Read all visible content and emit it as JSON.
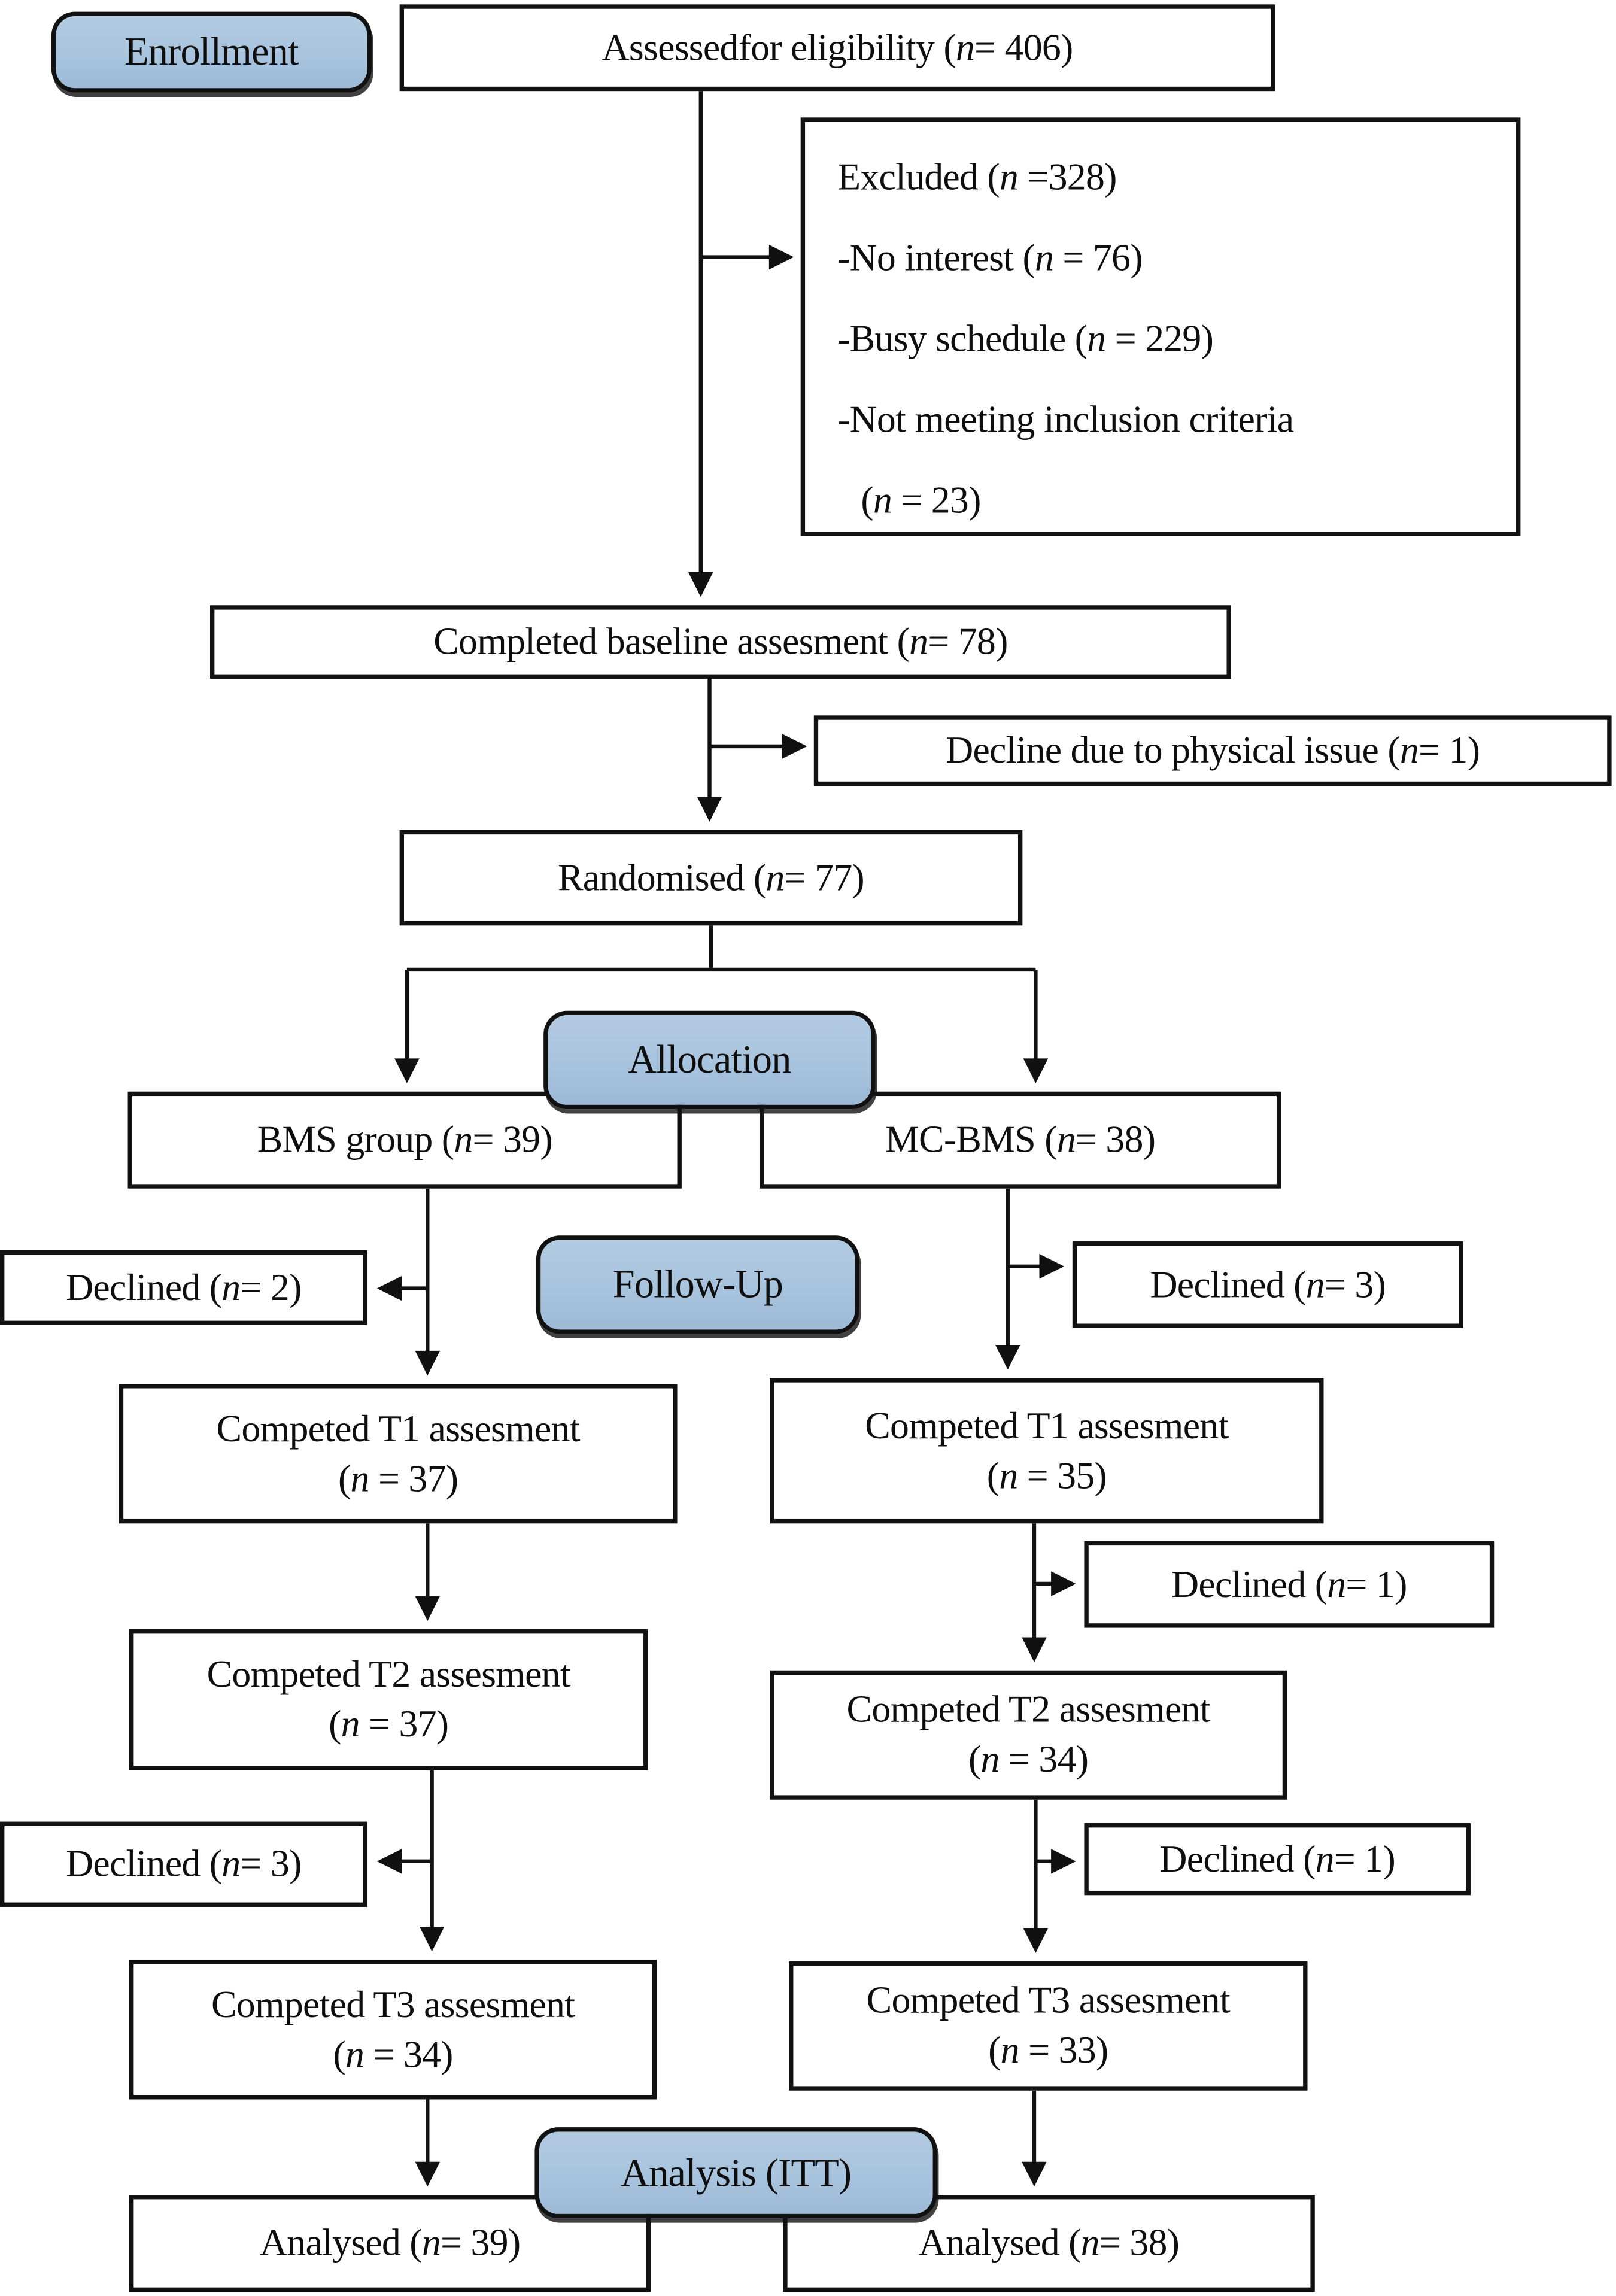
{
  "palette": {
    "stage_fill": "#a8c3dd",
    "stage_fill_dark": "#9db9d6",
    "line_color": "#111111",
    "box_bg": "#ffffff"
  },
  "stages": {
    "enrollment": "Enrollment",
    "allocation": "Allocation",
    "follow_up": "Follow-Up",
    "analysis": "Analysis (ITT)"
  },
  "nodes": {
    "assessed": "Assessedfor eligibility (n = 406)",
    "excluded": {
      "title": "Excluded (n =328)",
      "reasons": [
        "-No interest (n = 76)",
        "-Busy schedule (n = 229)",
        "-Not meeting inclusion criteria",
        "(n = 23)"
      ]
    },
    "baseline": "Completed baseline assesment (n = 78)",
    "decline_physical": "Decline due to physical issue (n = 1)",
    "randomised": "Randomised (n = 77)",
    "bms_group": "BMS group (n = 39)",
    "mc_bms_group": "MC-BMS (n = 38)",
    "bms_declined_followup": "Declined (n = 2)",
    "mc_declined_followup": "Declined (n = 3)",
    "bms_t1": {
      "line1": "Competed T1 assesment",
      "line2": "(n = 37)"
    },
    "mc_t1": {
      "line1": "Competed T1 assesment",
      "line2": "(n = 35)"
    },
    "mc_declined_t1": "Declined (n = 1)",
    "bms_t2": {
      "line1": "Competed T2 assesment",
      "line2": "(n = 37)"
    },
    "mc_t2": {
      "line1": "Competed T2 assesment",
      "line2": "(n = 34)"
    },
    "bms_declined_t2": "Declined (n = 3)",
    "mc_declined_t2": "Declined (n = 1)",
    "bms_t3": {
      "line1": "Competed T3 assesment",
      "line2": "(n = 34)"
    },
    "mc_t3": {
      "line1": "Competed T3 assesment",
      "line2": "(n = 33)"
    },
    "bms_analysed": "Analysed (n = 39)",
    "mc_analysed": "Analysed (n = 38)"
  }
}
